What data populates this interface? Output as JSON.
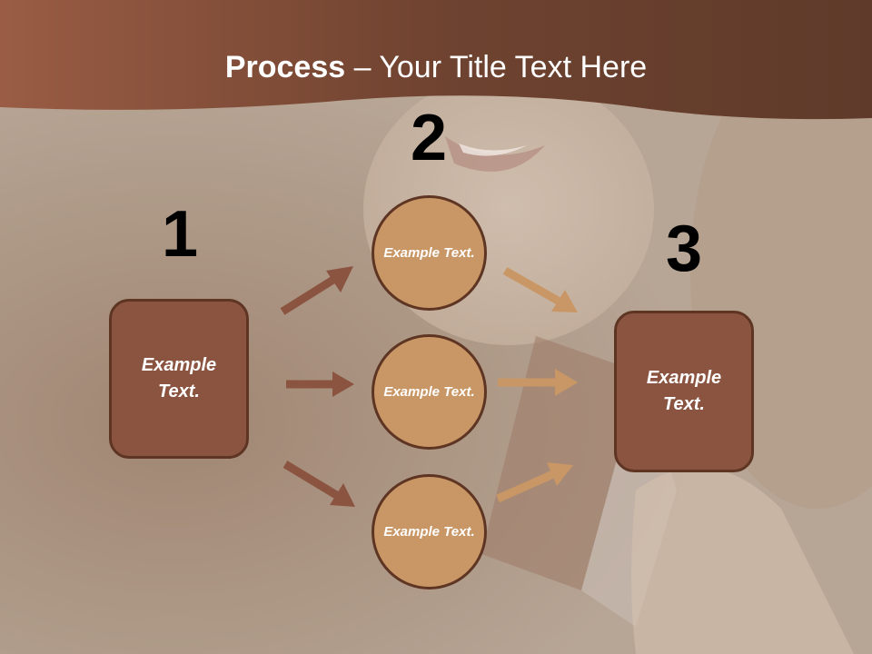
{
  "title": {
    "bold": "Process",
    "rest": " – Your Title Text Here"
  },
  "steps": [
    {
      "number": "1",
      "text": "Example Text."
    },
    {
      "number": "2",
      "text": ""
    },
    {
      "number": "3",
      "text": "Example Text."
    }
  ],
  "circles": [
    {
      "text": "Example Text."
    },
    {
      "text": "Example Text."
    },
    {
      "text": "Example Text."
    }
  ],
  "colors": {
    "header": "#7e4d38",
    "box": "#8a5440",
    "circle": "#c99766",
    "outline": "#5e3523",
    "arrow_dark": "#8b5440",
    "arrow_light": "#c99766"
  }
}
